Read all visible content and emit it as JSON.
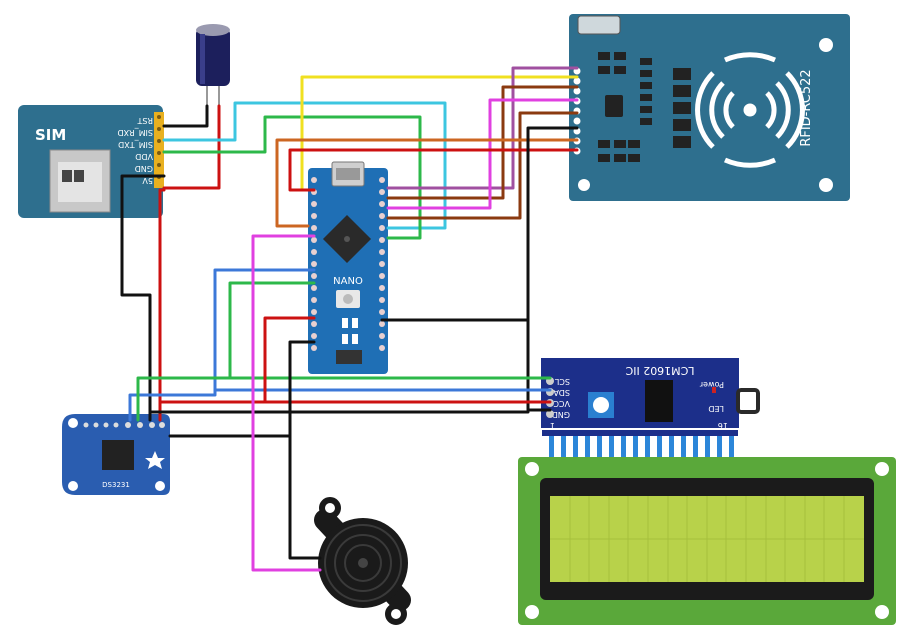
{
  "modules": {
    "sim": {
      "title": "SIM",
      "pins": [
        "RST",
        "SIM_RXD",
        "SIM_TXD",
        "VDD",
        "GND",
        "5V"
      ]
    },
    "arduino": {
      "label": "NANO"
    },
    "rfid": {
      "label": "RFID-RC522"
    },
    "lcd_i2c": {
      "title": "LCM1602 IIC",
      "pins": [
        "SCL",
        "SDA",
        "VCC",
        "GND"
      ],
      "power_label": "Power",
      "led_label": "LED",
      "pin_start": "1",
      "pin_end": "16"
    },
    "rtc": {
      "title": "DS3231"
    }
  },
  "colors": {
    "board_blue": "#2e6f8e",
    "nano_blue": "#1f6fb5",
    "rtc_blue": "#2a5db0",
    "lcd_screen": "#b8d24a",
    "lcd_frame": "#5aa83a",
    "wire_black": "#111111",
    "wire_red": "#cc1111",
    "wire_green": "#2db84a",
    "wire_cyan": "#3cc6e0",
    "wire_yellow": "#f0e020",
    "wire_magenta": "#e040e0",
    "wire_blue": "#3c78d8",
    "wire_brown": "#8b3a10",
    "wire_orange": "#cc6622",
    "wire_purple": "#a050a0"
  },
  "icons": [
    "capacitor-icon",
    "buzzer-icon",
    "rfid-antenna-icon",
    "microcontroller-chip-icon",
    "potentiometer-icon"
  ]
}
